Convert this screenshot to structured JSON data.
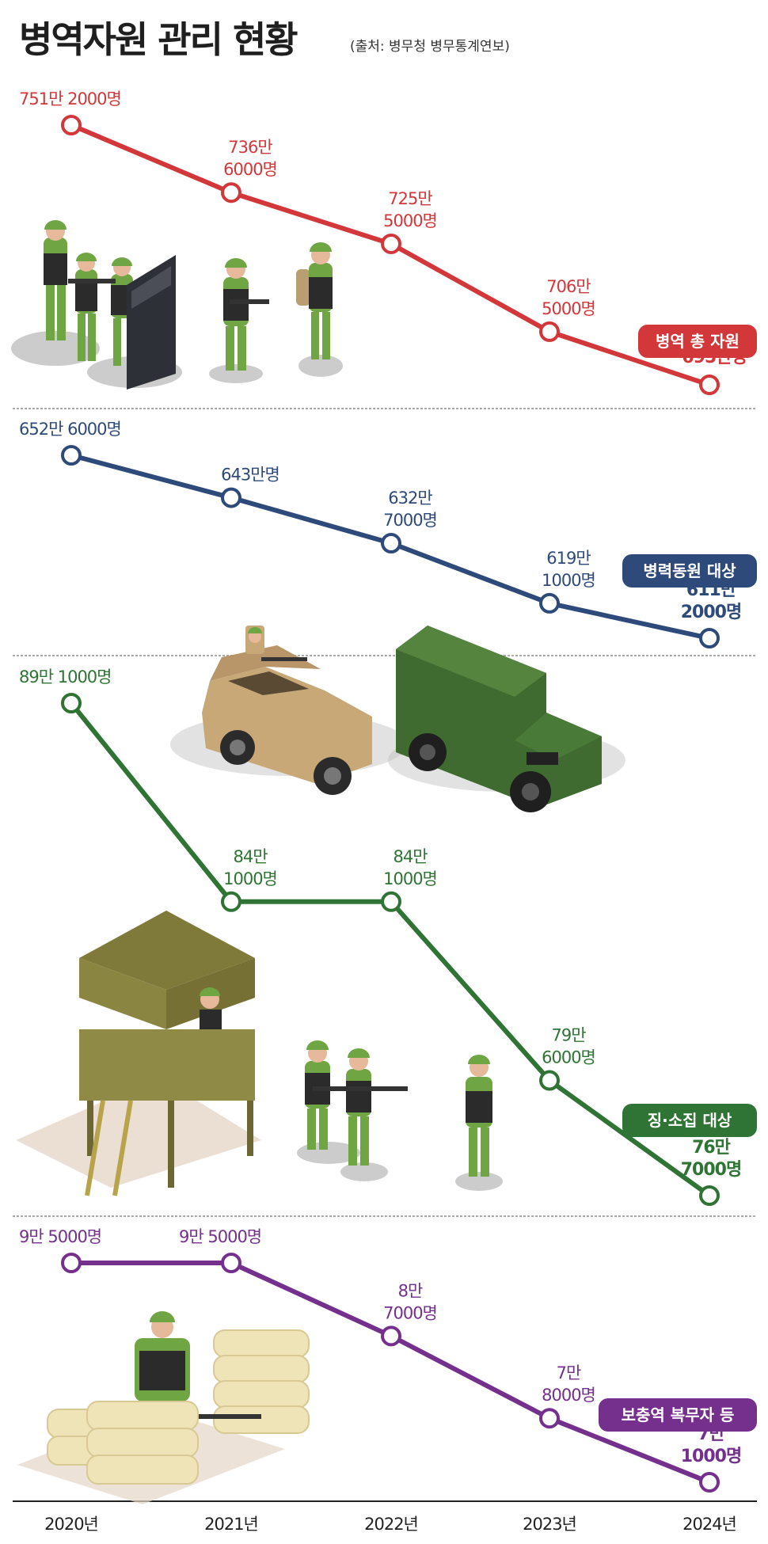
{
  "header": {
    "title": "병역자원 관리 현황",
    "source": "(출처: 병무청 병무통계연보)"
  },
  "chart_data": {
    "type": "line",
    "x": [
      "2020년",
      "2021년",
      "2022년",
      "2023년",
      "2024년"
    ],
    "panels": [
      {
        "name": "병역 총 자원",
        "color": "#d2373a",
        "values": [
          7512000,
          7366000,
          7255000,
          7065000,
          6950000
        ],
        "labels": [
          [
            "751만 2000명"
          ],
          [
            "736만",
            "6000명"
          ],
          [
            "725만",
            "5000명"
          ],
          [
            "706만",
            "5000명"
          ],
          [
            "695만명"
          ]
        ]
      },
      {
        "name": "병력동원 대상",
        "color": "#2e4a7a",
        "values": [
          6526000,
          6430000,
          6327000,
          6191000,
          6112000
        ],
        "labels": [
          [
            "652만 6000명"
          ],
          [
            "643만명"
          ],
          [
            "632만",
            "7000명"
          ],
          [
            "619만",
            "1000명"
          ],
          [
            "611만",
            "2000명"
          ]
        ]
      },
      {
        "name": "징·소집 대상",
        "color": "#2f7434",
        "values": [
          891000,
          841000,
          841000,
          796000,
          767000
        ],
        "labels": [
          [
            "89만 1000명"
          ],
          [
            "84만",
            "1000명"
          ],
          [
            "84만",
            "1000명"
          ],
          [
            "79만",
            "6000명"
          ],
          [
            "76만",
            "7000명"
          ]
        ]
      },
      {
        "name": "보충역 복무자 등",
        "color": "#74308c",
        "values": [
          95000,
          95000,
          87000,
          78000,
          71000
        ],
        "labels": [
          [
            "9만 5000명"
          ],
          [
            "9만 5000명"
          ],
          [
            "8만",
            "7000명"
          ],
          [
            "7만",
            "8000명"
          ],
          [
            "7만",
            "1000명"
          ]
        ]
      }
    ]
  },
  "illustrations": [
    "soldiers-squad-icon",
    "riot-shield-icon",
    "military-jeep-icon",
    "armored-truck-icon",
    "watchtower-icon",
    "sandbag-bunker-icon"
  ]
}
